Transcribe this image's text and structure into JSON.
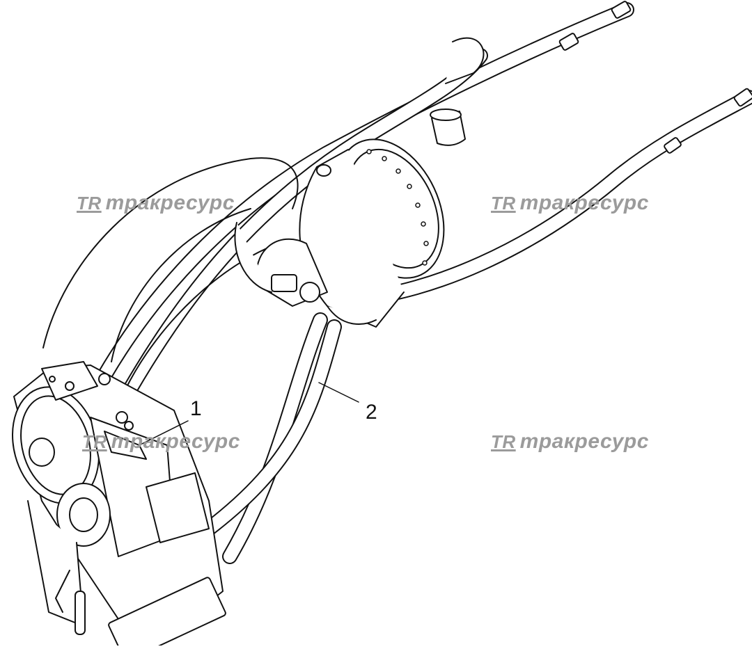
{
  "callouts": {
    "one": "1",
    "two": "2"
  },
  "watermark": {
    "logo": "TR",
    "text": "тракресурс"
  },
  "colors": {
    "line": "#111111",
    "watermark": "#9b9b9b",
    "background": "#ffffff"
  }
}
